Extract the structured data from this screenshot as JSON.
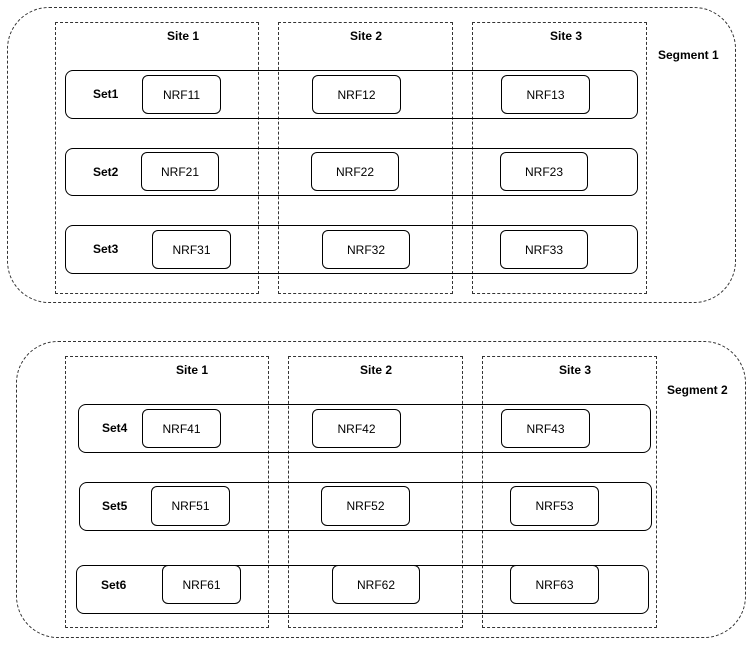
{
  "segments": [
    {
      "label": "Segment 1",
      "sites": [
        "Site 1",
        "Site 2",
        "Site 3"
      ],
      "sets": [
        {
          "label": "Set1",
          "nrfs": [
            "NRF11",
            "NRF12",
            "NRF13"
          ]
        },
        {
          "label": "Set2",
          "nrfs": [
            "NRF21",
            "NRF22",
            "NRF23"
          ]
        },
        {
          "label": "Set3",
          "nrfs": [
            "NRF31",
            "NRF32",
            "NRF33"
          ]
        }
      ]
    },
    {
      "label": "Segment 2",
      "sites": [
        "Site 1",
        "Site 2",
        "Site 3"
      ],
      "sets": [
        {
          "label": "Set4",
          "nrfs": [
            "NRF41",
            "NRF42",
            "NRF43"
          ]
        },
        {
          "label": "Set5",
          "nrfs": [
            "NRF51",
            "NRF52",
            "NRF53"
          ]
        },
        {
          "label": "Set6",
          "nrfs": [
            "NRF61",
            "NRF62",
            "NRF63"
          ]
        }
      ]
    }
  ]
}
